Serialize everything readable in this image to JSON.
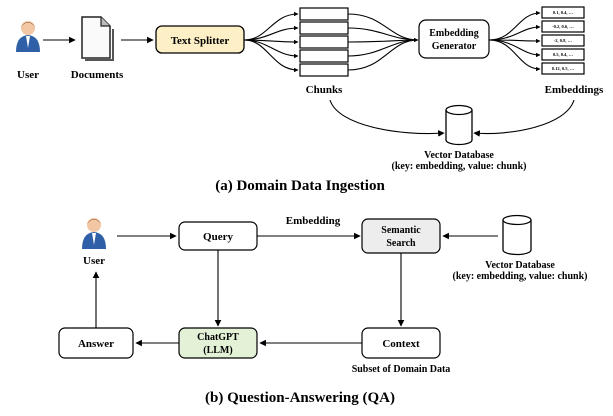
{
  "ingestion": {
    "user_label": "User",
    "documents_label": "Documents",
    "splitter_label": "Text Splitter",
    "chunks_label": "Chunks",
    "embedding_generator_line1": "Embedding",
    "embedding_generator_line2": "Generator",
    "embeddings_label": "Embeddings",
    "embedding_values": [
      "0.1, 0.4, …",
      "-0.2, 0.6, …",
      "-2, 0.8, …",
      "0.5, 0.4, …",
      "0.12, 0.5, …"
    ],
    "vector_db_line1": "Vector Database",
    "vector_db_line2": "(key: embedding, value: chunk)",
    "caption": "(a) Domain Data Ingestion"
  },
  "qa": {
    "user_label": "User",
    "query_label": "Query",
    "embedding_edge_label": "Embedding",
    "semantic_search_line1": "Semantic",
    "semantic_search_line2": "Search",
    "vector_db_line1": "Vector Database",
    "vector_db_line2": "(key: embedding, value: chunk)",
    "chatgpt_line1": "ChatGPT",
    "chatgpt_line2": "(LLM)",
    "context_label": "Context",
    "answer_label": "Answer",
    "subset_label": "Subset of Domain Data",
    "caption": "(b) Question-Answering (QA)"
  },
  "colors": {
    "splitter_fill": "#fdf0c6",
    "chatgpt_fill": "#e3f1d6",
    "semantic_fill": "#ededed",
    "user_blue": "#2e5fa7",
    "user_skin": "#f3c7a3"
  }
}
